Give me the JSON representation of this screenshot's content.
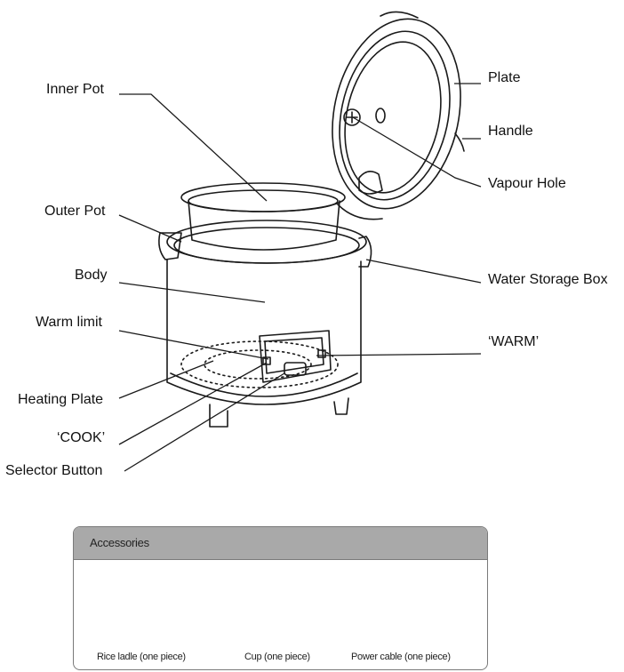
{
  "labels": {
    "inner_pot": "Inner Pot",
    "outer_pot": "Outer Pot",
    "body": "Body",
    "warm_limit": "Warm limit",
    "heating_plate": "Heating Plate",
    "cook": "‘COOK’",
    "selector_button": "Selector Button",
    "plate": "Plate",
    "handle": "Handle",
    "vapour_hole": "Vapour Hole",
    "water_storage_box": "Water Storage Box",
    "warm": "‘WARM’"
  },
  "accessories": {
    "title": "Accessories",
    "items": [
      {
        "label": "Rice ladle (one piece)",
        "icon": "rice-ladle-icon"
      },
      {
        "label": "Cup (one piece)",
        "icon": "cup-icon"
      },
      {
        "label": "Power cable (one piece)",
        "icon": "power-cable-icon"
      }
    ]
  }
}
